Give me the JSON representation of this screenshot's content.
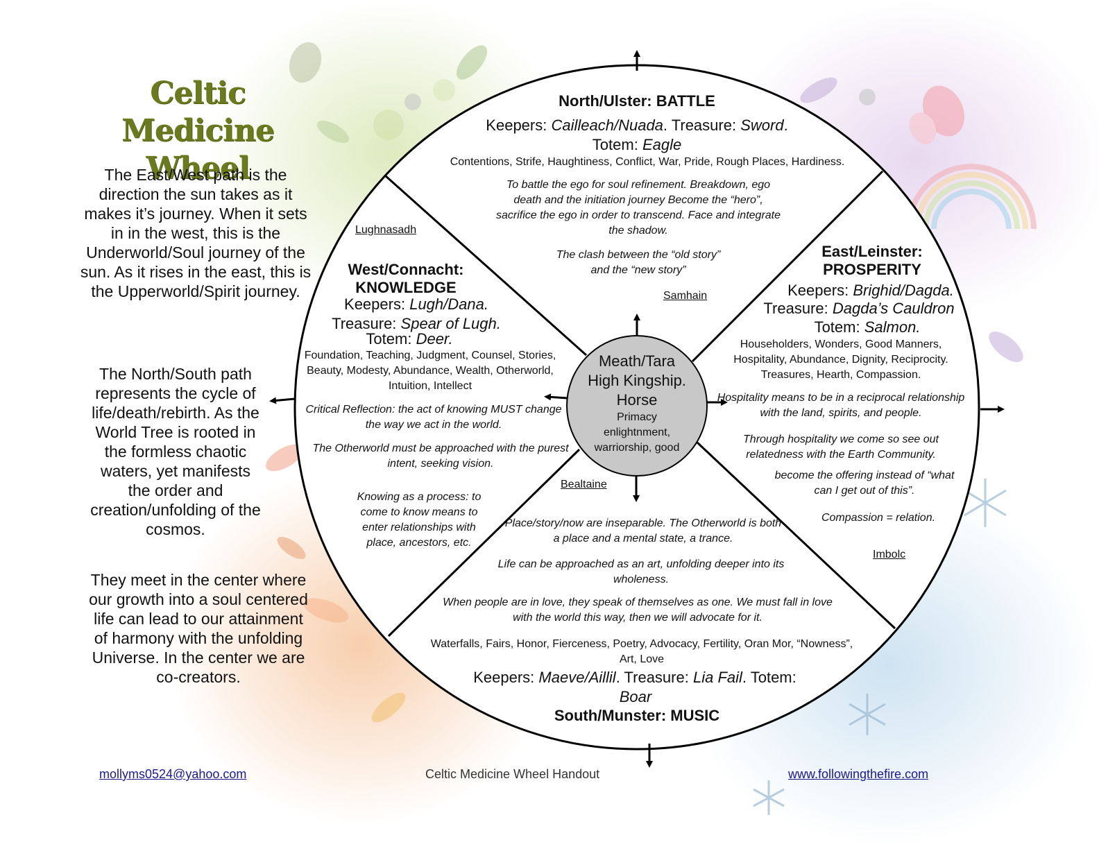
{
  "title_line1": "Celtic Medicine",
  "title_line2": "Wheel",
  "sidebar": {
    "east_west": "The East/West path is the direction the sun takes as it makes it’s journey.  When it sets in in the west, this is the Underworld/Soul journey of the sun.  As it rises in the east, this is the Upperworld/Spirit journey.",
    "north_south": "The North/South path represents the cycle of life/death/rebirth.  As the World Tree is rooted in the formless chaotic waters, yet manifests the order and creation/unfolding of the cosmos.",
    "center": "They meet in the center where our growth into a soul centered life can lead to our attainment of harmony with the unfolding Universe.  In the center we are co-creators."
  },
  "north": {
    "heading": "North/Ulster:  BATTLE",
    "keepers_label": "Keepers:",
    "keepers": "Cailleach/Nuada",
    "treasure_label": "Treasure:",
    "treasure": "Sword",
    "totem_label": "Totem:",
    "totem": "Eagle",
    "qualities": "Contentions, Strife, Haughtiness, Conflict, War, Pride, Rough Places, Hardiness.",
    "text1": "To battle the ego for soul refinement.  Breakdown, ego death and the initiation journey  Become the “hero”, sacrifice the ego in order to transcend. Face and integrate the shadow.",
    "text2": "The clash between the “old story” and the “new story”"
  },
  "west": {
    "heading_line1": "West/Connacht:",
    "heading_line2": "KNOWLEDGE",
    "keepers_label": "Keepers:",
    "keepers": "Lugh/Dana.",
    "treasure_label": "Treasure:",
    "treasure": "Spear of Lugh.",
    "totem_label": "Totem:",
    "totem": "Deer.",
    "qualities": "Foundation, Teaching, Judgment, Counsel, Stories, Beauty, Modesty, Abundance, Wealth, Otherworld, Intuition, Intellect",
    "text1": "Critical Reflection:  the act of knowing MUST change the way we act in the world.",
    "text2": "The Otherworld must be approached with the purest intent, seeking vision.",
    "text3": "Knowing as a process: to come to know means to enter relationships with place, ancestors, etc."
  },
  "east": {
    "heading_line1": "East/Leinster:",
    "heading_line2": "PROSPERITY",
    "keepers_label": "Keepers:",
    "keepers": "Brighid/Dagda.",
    "treasure_label": "Treasure:",
    "treasure": "Dagda’s Cauldron",
    "totem_label": "Totem:",
    "totem": "Salmon.",
    "qualities": "Householders, Wonders, Good Manners, Hospitality, Abundance, Dignity, Reciprocity. Treasures, Hearth, Compassion.",
    "text1": "Hospitality means to be in a reciprocal relationship with the land, spirits, and people.",
    "text2": "Through hospitality we come so see out relatedness with the Earth Community.",
    "text3": "become the offering instead of “what can I get out of this”.",
    "text4": "Compassion = relation."
  },
  "south": {
    "heading": "South/Munster:  MUSIC",
    "keepers_label": "Keepers:",
    "keepers": "Maeve/Aillil",
    "treasure_label": "Treasure:",
    "treasure": "Lia Fail",
    "totem_label": "Totem:",
    "totem": "Boar",
    "qualities": "Waterfalls, Fairs, Honor, Fierceness, Poetry, Advocacy, Fertility, Oran Mor, “Nowness”, Art, Love",
    "text1": "Place/story/now are inseparable.  The Otherworld is both a place and a mental state, a trance.",
    "text2": "Life can be approached as an art, unfolding deeper into its wholeness.",
    "text3": "When people are in love, they speak of themselves as one.  We must fall in love with the world this way, then we will advocate for it."
  },
  "center": {
    "line1": "Meath/Tara",
    "line2": "High Kingship.",
    "line3": "Horse",
    "line4": "Primacy",
    "line5": "enlightnment,",
    "line6": "warriorship,  good"
  },
  "festivals": {
    "lughnasadh": "Lughnasadh",
    "samhain": "Samhain",
    "bealtaine": "Bealtaine",
    "imbolc": "Imbolc"
  },
  "footer": {
    "email": "mollyms0524@yahoo.com",
    "caption": "Celtic Medicine Wheel Handout",
    "website": "www.followingthefire.com"
  },
  "colors": {
    "title": "#6b7a1e",
    "center_disc": "#c8c8c8",
    "link": "#1a1a8c"
  }
}
